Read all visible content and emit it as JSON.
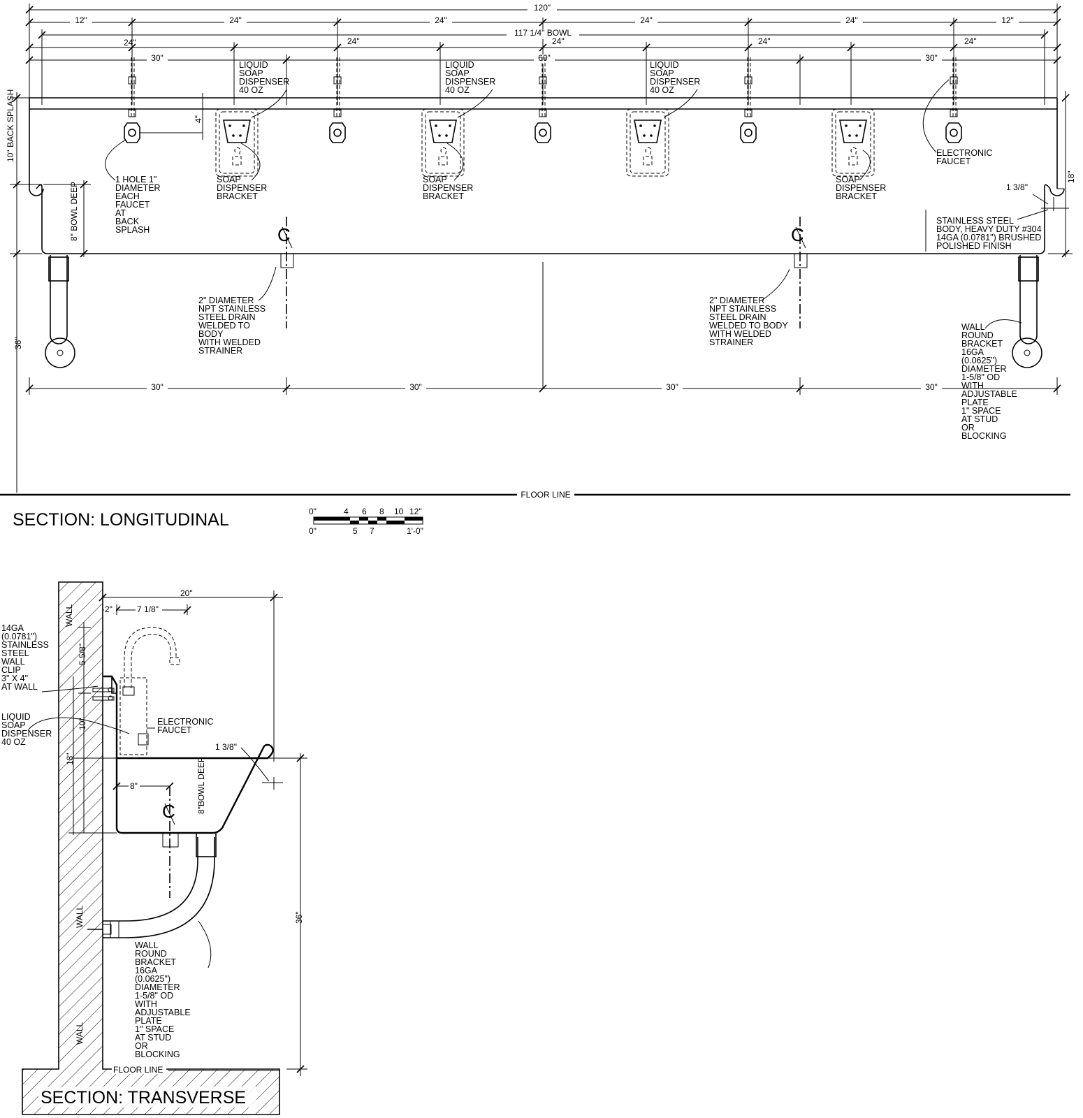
{
  "longitudinal": {
    "title": "SECTION: LONGITUDINAL",
    "dims": {
      "overall": "120\"",
      "bowl": "117 1/4\" BOWL",
      "end12": "12\"",
      "spacing24": "24\"",
      "mid60": "60\"",
      "side30": "30\"",
      "four": "4\"",
      "backsplash": "10\" BACK SPLASH",
      "bowl_deep": "8\" BOWL DEEP",
      "height36": "36\"",
      "height18": "18\"",
      "rim": "1 3/8\""
    },
    "labels": {
      "soap_dispenser": [
        "LIQUID",
        "SOAP",
        "DISPENSER",
        "40 OZ"
      ],
      "soap_bracket": [
        "SOAP",
        "DISPENSER",
        "BRACKET"
      ],
      "hole": [
        "1 HOLE 1\"",
        "DIAMETER",
        "EACH",
        "FAUCET",
        "AT",
        "BACK",
        "SPLASH"
      ],
      "faucet": [
        "ELECTRONIC",
        "FAUCET"
      ],
      "body": [
        "STAINLESS STEEL",
        "BODY, HEAVY DUTY #304",
        "14GA (0.0781\") BRUSHED",
        "POLISHED FINISH"
      ],
      "drain_left": [
        "2\" DIAMETER",
        "NPT  STAINLESS",
        "STEEL DRAIN",
        "WELDED TO",
        "BODY",
        "WITH WELDED",
        "STRAINER"
      ],
      "drain_right": [
        "2\" DIAMETER",
        "NPT  STAINLESS",
        "STEEL DRAIN",
        "WELDED TO BODY",
        "WITH WELDED",
        "STRAINER"
      ],
      "bracket": [
        "WALL",
        "ROUND",
        "BRACKET",
        "16GA",
        "(0.0625\")",
        "DIAMETER",
        "1-5/8\" OD",
        "WITH",
        "ADJUSTABLE",
        "PLATE",
        "1\" SPACE",
        "AT STUD",
        "OR",
        "BLOCKING"
      ],
      "floor": "FLOOR LINE"
    }
  },
  "scale": {
    "top": [
      "0\"",
      "4",
      "6",
      "8",
      "10",
      "12\""
    ],
    "bottom": [
      "0\"",
      "5",
      "7",
      "1'-0\""
    ]
  },
  "transverse": {
    "title": "SECTION: TRANSVERSE",
    "dims": {
      "d20": "20\"",
      "d2": "2\"",
      "d718": "7 1/8\"",
      "d558": "5 5/8\"",
      "d10": "10\"",
      "d18": "18\"",
      "d8": "8\"",
      "rim": "1 3/8\"",
      "bowl": "8\"BOWL DEEP",
      "d36": "36\""
    },
    "labels": {
      "wall": "WALL",
      "clip": [
        "14GA",
        "(0.0781\")",
        "STAINLESS",
        "STEEL",
        "WALL",
        "CLIP",
        "3\" X 4\"",
        "AT WALL"
      ],
      "soap": [
        "LIQUID",
        "SOAP",
        "DISPENSER",
        "40 OZ"
      ],
      "faucet": [
        "ELECTRONIC",
        "FAUCET"
      ],
      "bracket": [
        "WALL",
        "ROUND",
        "BRACKET",
        "16GA",
        "(0.0625\")",
        "DIAMETER",
        "1-5/8\" OD",
        "WITH",
        "ADJUSTABLE",
        "PLATE",
        "1\" SPACE",
        "AT STUD",
        "OR",
        "BLOCKING"
      ],
      "floor": "FLOOR LINE"
    }
  }
}
